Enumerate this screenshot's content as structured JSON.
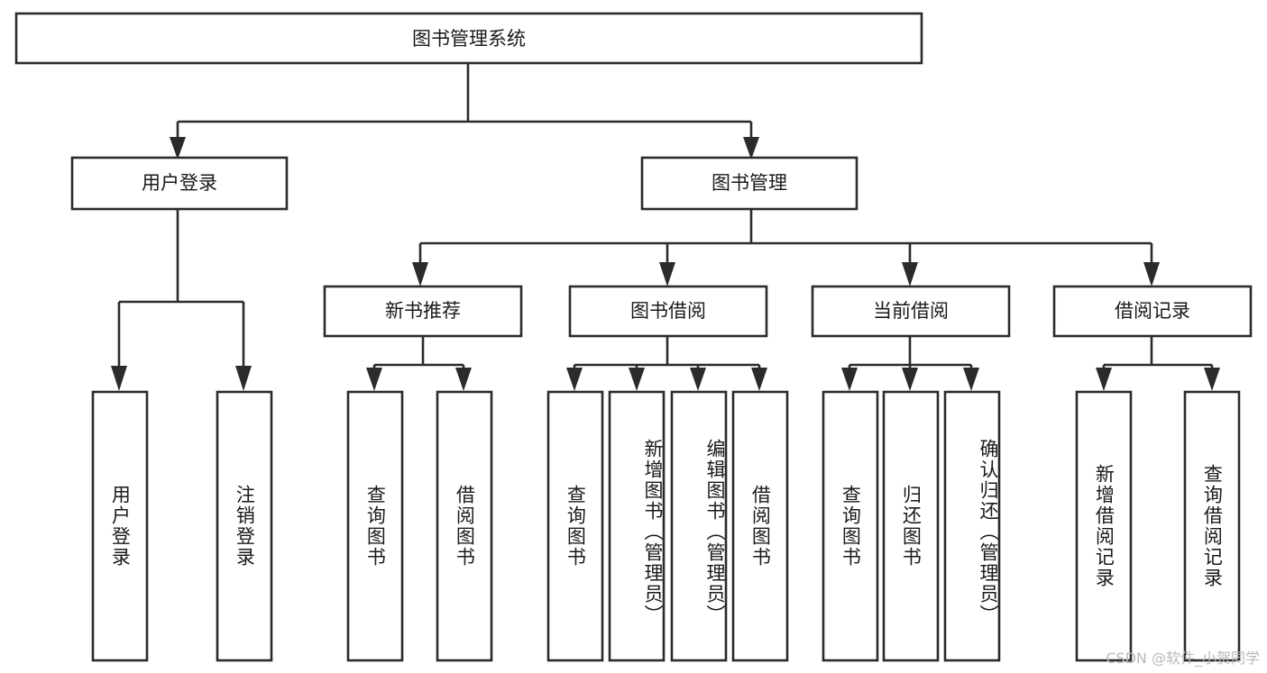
{
  "diagram": {
    "title": "图书管理系统",
    "type": "tree-hierarchy-diagram",
    "watermark": "CSDN @软件_小贺同学",
    "colors": {
      "stroke": "#2b2b2b",
      "fill": "#ffffff",
      "text": "#1a1a1a",
      "watermark": "#b9b9b9",
      "background": "#ffffff"
    },
    "root": {
      "label": "图书管理系统"
    },
    "level2": [
      {
        "label": "用户登录"
      },
      {
        "label": "图书管理"
      }
    ],
    "level3": [
      {
        "label": "新书推荐"
      },
      {
        "label": "图书借阅"
      },
      {
        "label": "当前借阅"
      },
      {
        "label": "借阅记录"
      }
    ],
    "leaves": {
      "user_login": [
        {
          "label": "用户登录"
        },
        {
          "label": "注销登录"
        }
      ],
      "new_book_recommend": [
        {
          "label": "查询图书"
        },
        {
          "label": "借阅图书"
        }
      ],
      "book_borrow": [
        {
          "label": "查询图书"
        },
        {
          "label": "新增图书（管理员）"
        },
        {
          "label": "编辑图书（管理员）"
        },
        {
          "label": "借阅图书"
        }
      ],
      "current_borrow": [
        {
          "label": "查询图书"
        },
        {
          "label": "归还图书"
        },
        {
          "label": "确认归还（管理员）"
        }
      ],
      "borrow_records": [
        {
          "label": "新增借阅记录"
        },
        {
          "label": "查询借阅记录"
        }
      ]
    }
  }
}
